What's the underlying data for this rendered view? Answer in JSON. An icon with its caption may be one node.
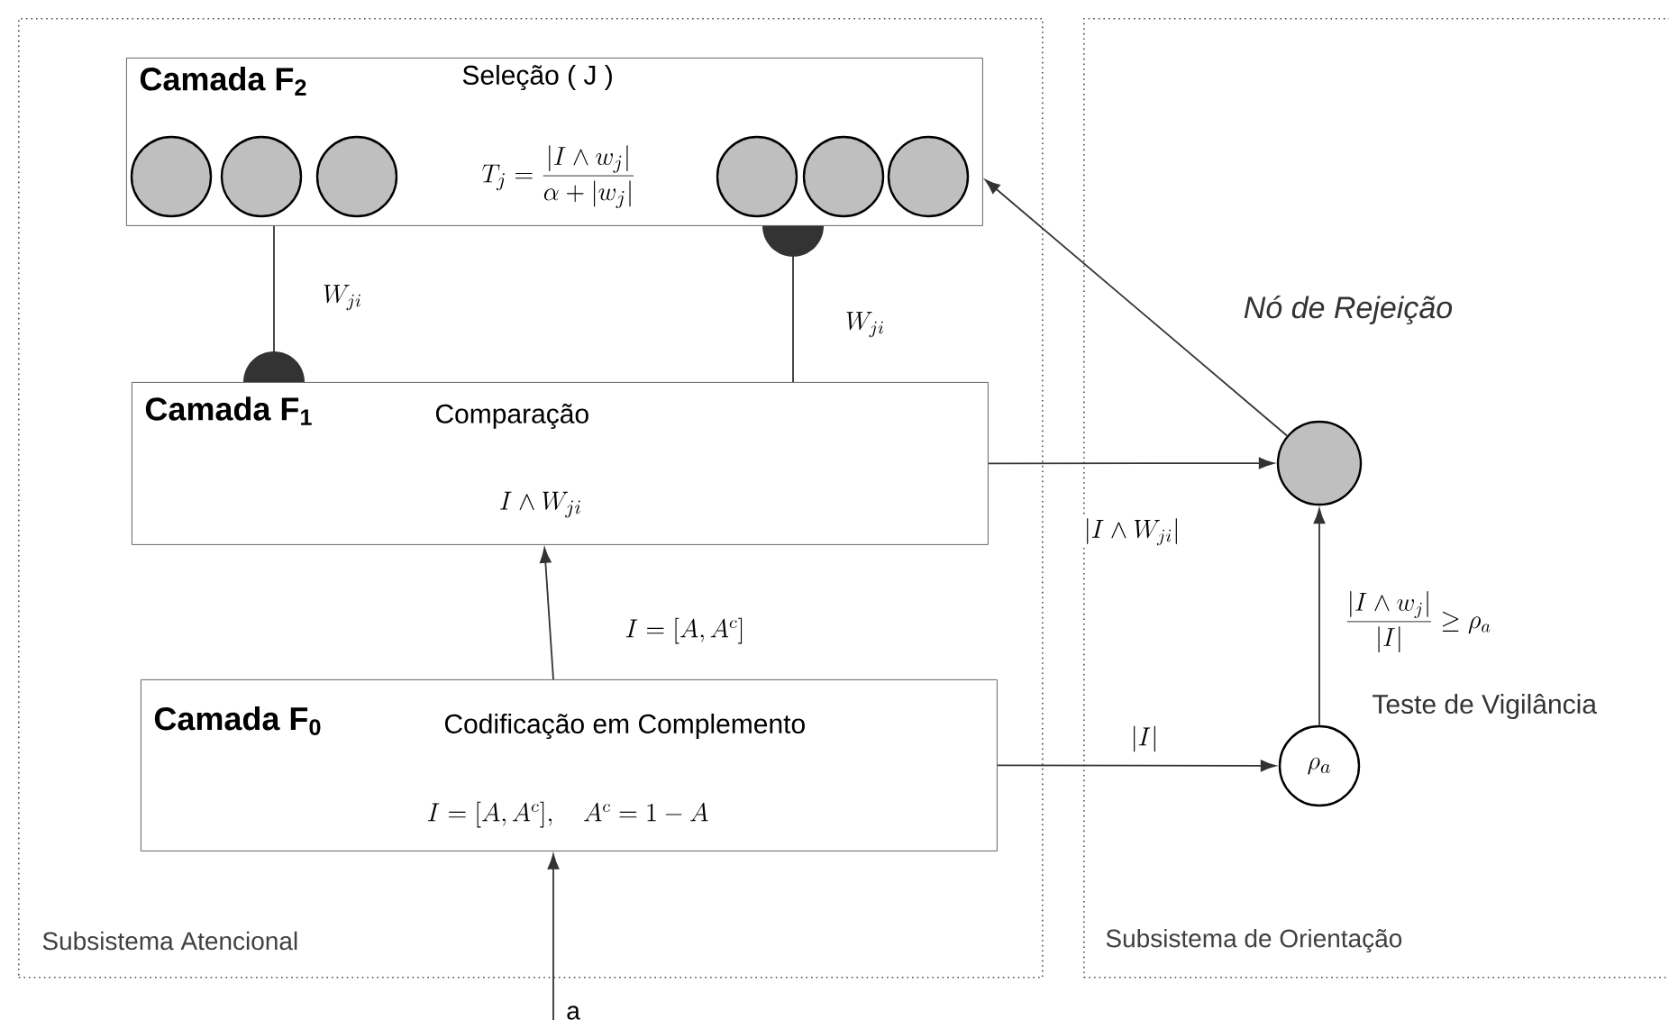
{
  "diagram": {
    "nodes": [
      {
        "text": [
          "Subsistema Atencional"
        ]
      },
      {
        "text": [
          "Camada F$_{2}$",
          "Seleção ( J )",
          "T_j = \\frac{|I \\wedge w_j|}{\\alpha + |w_j|}"
        ],
        "in": 0
      },
      {
        "text": [],
        "shape": "circle",
        "in": 1
      },
      {
        "text": [],
        "shape": "circle",
        "in": 1
      },
      {
        "text": [],
        "shape": "circle",
        "in": 1
      },
      {
        "text": [],
        "shape": "circle",
        "in": 1
      },
      {
        "text": [],
        "shape": "circle",
        "in": 1
      },
      {
        "text": [],
        "shape": "circle",
        "in": 1
      },
      {
        "text": [
          "Camada F$_{1}$",
          "Comparação",
          "I \\wedge W_{ji}"
        ],
        "in": 0
      },
      {
        "text": [
          "Camada F$_{0}$",
          "Codificação em Complemento",
          "I = [A, A^c], \\quad A^c = 1 - A"
        ],
        "in": 0
      },
      {
        "text": [
          "Subsistema de Orientação"
        ]
      },
      {
        "text": [],
        "shape": "circle",
        "in": 10,
        "beside": [
          "Nó de Rejeição"
        ]
      },
      {
        "text": [
          "\\rho_a"
        ],
        "in": 10
      }
    ],
    "edges": [
      {
        "from": 1,
        "to": 8,
        "arrow": "other",
        "label": "W_{ji}"
      },
      {
        "from": 8,
        "to": 1,
        "arrow": "other",
        "label": "W_{ji}"
      },
      {
        "from": 9,
        "to": 8,
        "arrow": "to",
        "label": "I = [A, A^c]"
      },
      {
        "from": null,
        "to": 9,
        "arrow": "to",
        "label": "a"
      },
      {
        "from": 8,
        "to": 11,
        "arrow": "to",
        "label": "|I \\wedge W_{ji}|"
      },
      {
        "from": 9,
        "to": 12,
        "arrow": "to",
        "label": "|I|"
      },
      {
        "from": 12,
        "to": 11,
        "arrow": "to",
        "label": "\\frac{|I \\wedge w_j|}{|I|} \\geq \\rho_a"
      },
      {
        "from": 11,
        "to": 1,
        "arrow": "to"
      }
    ],
    "labels": [
      "Teste de Vigilância"
    ]
  }
}
